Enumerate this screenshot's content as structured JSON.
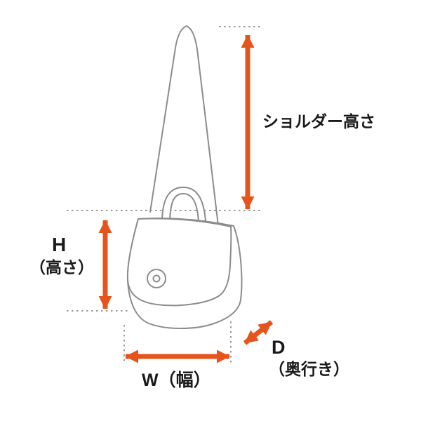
{
  "diagram": {
    "title_hint": "bag-measurement-diagram",
    "labels": {
      "shoulder_height": "ショルダー高さ",
      "height_letter": "H",
      "height_paren": "（高さ）",
      "width": "W（幅）",
      "depth_letter": "D",
      "depth_paren": "（奥行き）"
    },
    "colors": {
      "arrow": "#e4541c",
      "line_art": "#8c8c8c",
      "dotted_guide": "#9a9a9a",
      "text": "#1a1a1a",
      "background": "#ffffff"
    },
    "icons": {
      "illustration": "shoulder-bag-line-drawing",
      "measure_arrows": "double-headed-measurement-arrow"
    }
  }
}
